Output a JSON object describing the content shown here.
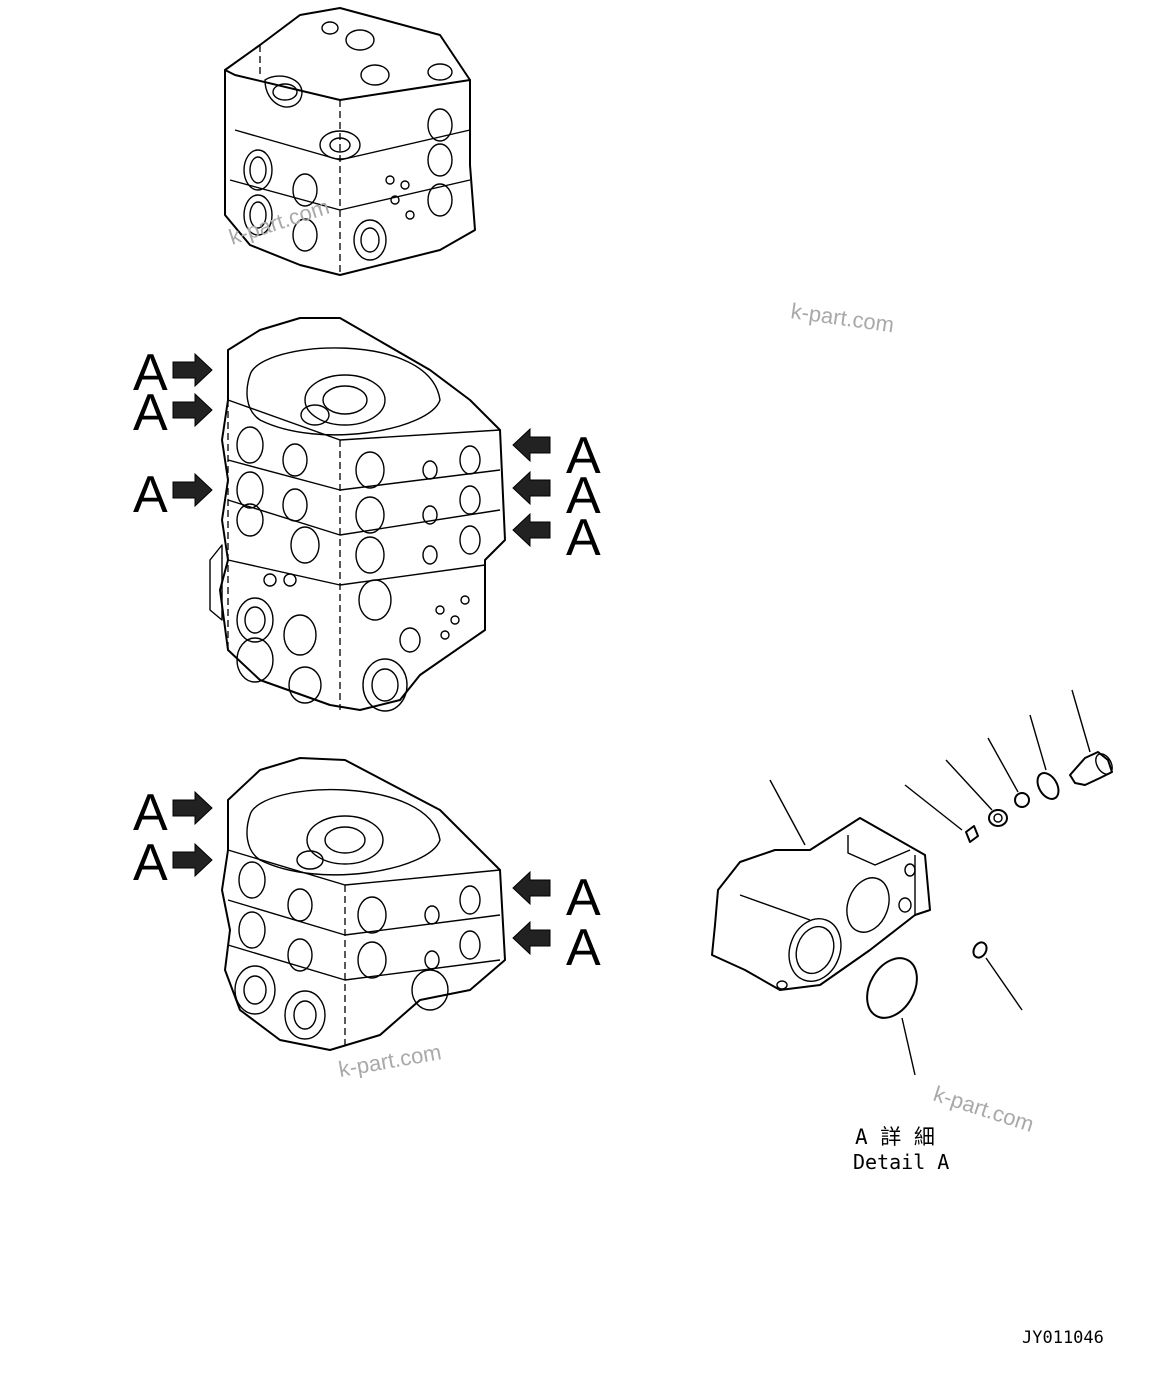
{
  "callout_letter": "A",
  "detail_caption": {
    "japanese": "A 詳 細",
    "english": "Detail A"
  },
  "drawing_number": "JY011046",
  "watermark": "k-part.com",
  "icons": {
    "arrow_right": "arrow-right-icon",
    "arrow_left": "arrow-left-icon"
  }
}
